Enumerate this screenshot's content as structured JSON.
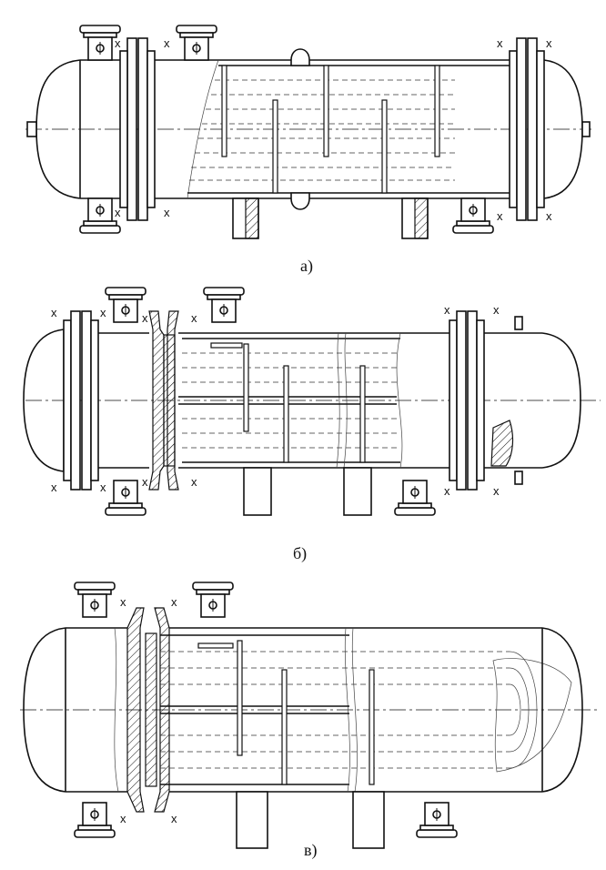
{
  "figure": {
    "captions": {
      "a": "а)",
      "b": "б)",
      "c": "в)"
    },
    "weld_mark": "x"
  }
}
